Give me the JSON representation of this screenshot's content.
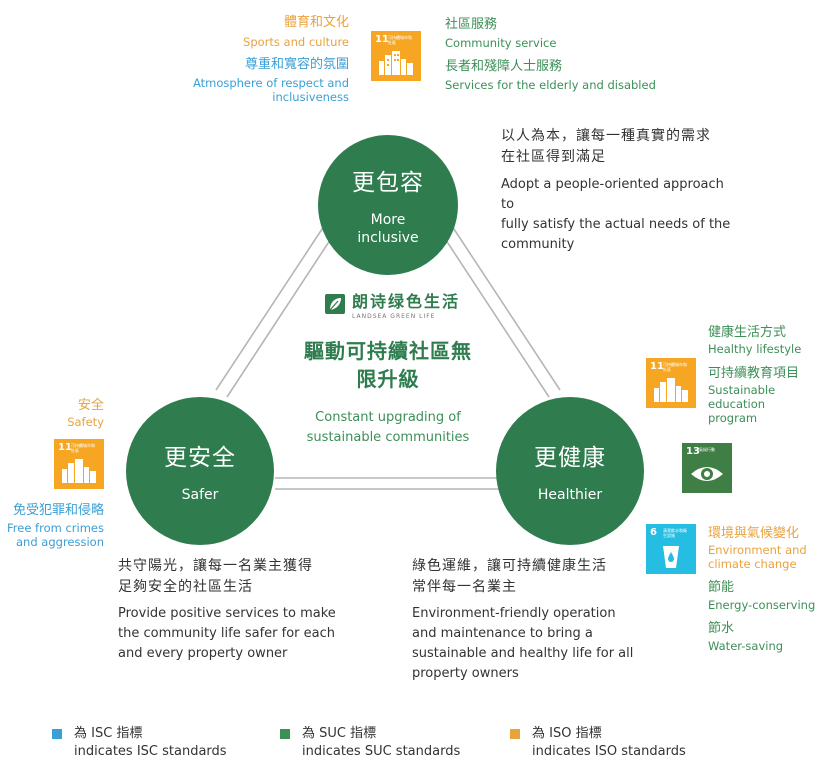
{
  "colors": {
    "isc": "#3a9fd6",
    "suc": "#3d8f58",
    "iso": "#e8a33d",
    "circle": "#2f7d4f"
  },
  "top_left": {
    "sports_cn": "體育和文化",
    "sports_en": "Sports and culture",
    "respect_cn": "尊重和寬容的氛圍",
    "respect_en_1": "Atmosphere of respect and",
    "respect_en_2": "inclusiveness"
  },
  "top_right": {
    "community_cn": "社區服務",
    "community_en": "Community service",
    "elderly_cn": "長者和殘障人士服務",
    "elderly_en": "Services for the elderly and disabled"
  },
  "sdg11": {
    "num": "11",
    "label": "可持續城市和社區"
  },
  "sdg13": {
    "num": "13",
    "label": "氣候行動"
  },
  "sdg6": {
    "num": "6",
    "label": "清潔飲水和衛生設施"
  },
  "circles": {
    "inclusive_cn": "更包容",
    "inclusive_en_1": "More",
    "inclusive_en_2": "inclusive",
    "safer_cn": "更安全",
    "safer_en": "Safer",
    "healthier_cn": "更健康",
    "healthier_en": "Healthier"
  },
  "center": {
    "logo_cn": "朗诗绿色生活",
    "logo_en": "LANDSEA GREEN LIFE",
    "title_1": "驅動可持續社區無",
    "title_2": "限升級",
    "sub_1": "Constant upgrading of",
    "sub_2": "sustainable communities"
  },
  "inclusive_desc": {
    "cn_1": "以人為本，讓每一種真實的需求",
    "cn_2": "在社區得到滿足",
    "en_1": "Adopt a people-oriented approach to",
    "en_2": "fully satisfy the actual needs of the",
    "en_3": "community"
  },
  "left_side": {
    "safety_cn": "安全",
    "safety_en": "Safety",
    "crime_cn": "免受犯罪和侵略",
    "crime_en_1": "Free from crimes",
    "crime_en_2": "and aggression"
  },
  "right_side": {
    "healthy_cn": "健康生活方式",
    "healthy_en": "Healthy lifestyle",
    "edu_cn": "可持續教育項目",
    "edu_en_1": "Sustainable",
    "edu_en_2": "education",
    "edu_en_3": "program",
    "env_cn": "環境與氣候變化",
    "env_en_1": "Environment and",
    "env_en_2": "climate change",
    "energy_cn": "節能",
    "energy_en": "Energy-conserving",
    "water_cn": "節水",
    "water_en": "Water-saving"
  },
  "safer_desc": {
    "cn_1": "共守陽光，讓每一名業主獲得",
    "cn_2": "足夠安全的社區生活",
    "en_1": "Provide positive services to make",
    "en_2": "the community life safer for each",
    "en_3": "and every property owner"
  },
  "healthier_desc": {
    "cn_1": "綠色運維，讓可持續健康生活",
    "cn_2": "常伴每一名業主",
    "en_1": "Environment-friendly operation",
    "en_2": "and maintenance to bring a",
    "en_3": "sustainable and healthy life for all",
    "en_4": "property owners"
  },
  "legend": {
    "isc_cn": "為 ISC 指標",
    "isc_en": "indicates ISC standards",
    "suc_cn": "為 SUC 指標",
    "suc_en": "indicates SUC standards",
    "iso_cn": "為 ISO 指標",
    "iso_en": "indicates ISO standards"
  }
}
